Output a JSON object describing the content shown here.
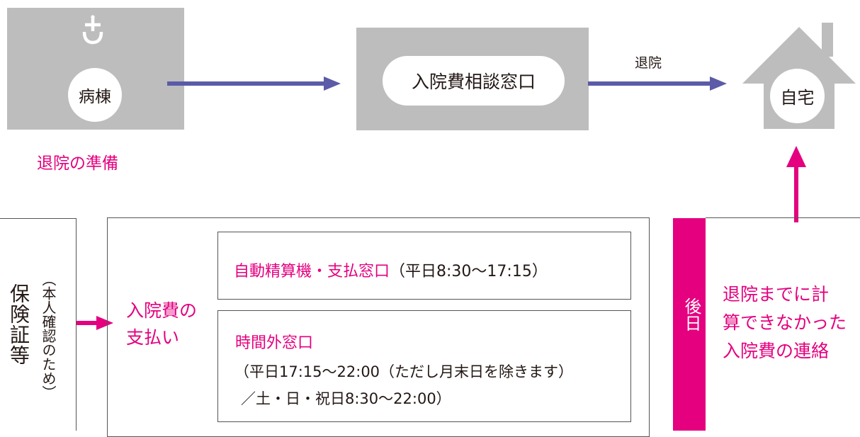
{
  "colors": {
    "gray": "#bdbdbd",
    "arrow_blue": "#5b5ba8",
    "magenta": "#e4007f",
    "text": "#231815"
  },
  "ward": {
    "icon": "hospital-cross-icon",
    "label": "病棟"
  },
  "consultation": {
    "label": "入院費相談窓口"
  },
  "discharge_label": "退院",
  "home": {
    "label": "自宅"
  },
  "prep_label": "退院の準備",
  "insurance": {
    "label": "保険証等",
    "note": "（本人確認のため）"
  },
  "payment": {
    "line1": "入院費の",
    "line2": "支払い"
  },
  "counter1": {
    "title": "自動精算機・支払窓口",
    "hours": "（平日8:30〜17:15）"
  },
  "counter2": {
    "title": "時間外窓口",
    "line1": "（平日17:15〜22:00（ただし月末日を除きます）",
    "line2": "／土・日・祝日8:30〜22:00）"
  },
  "later": {
    "label": "後日"
  },
  "contact": {
    "line1": "退院までに計",
    "line2": "算できなかった",
    "line3": "入院費の連絡"
  }
}
